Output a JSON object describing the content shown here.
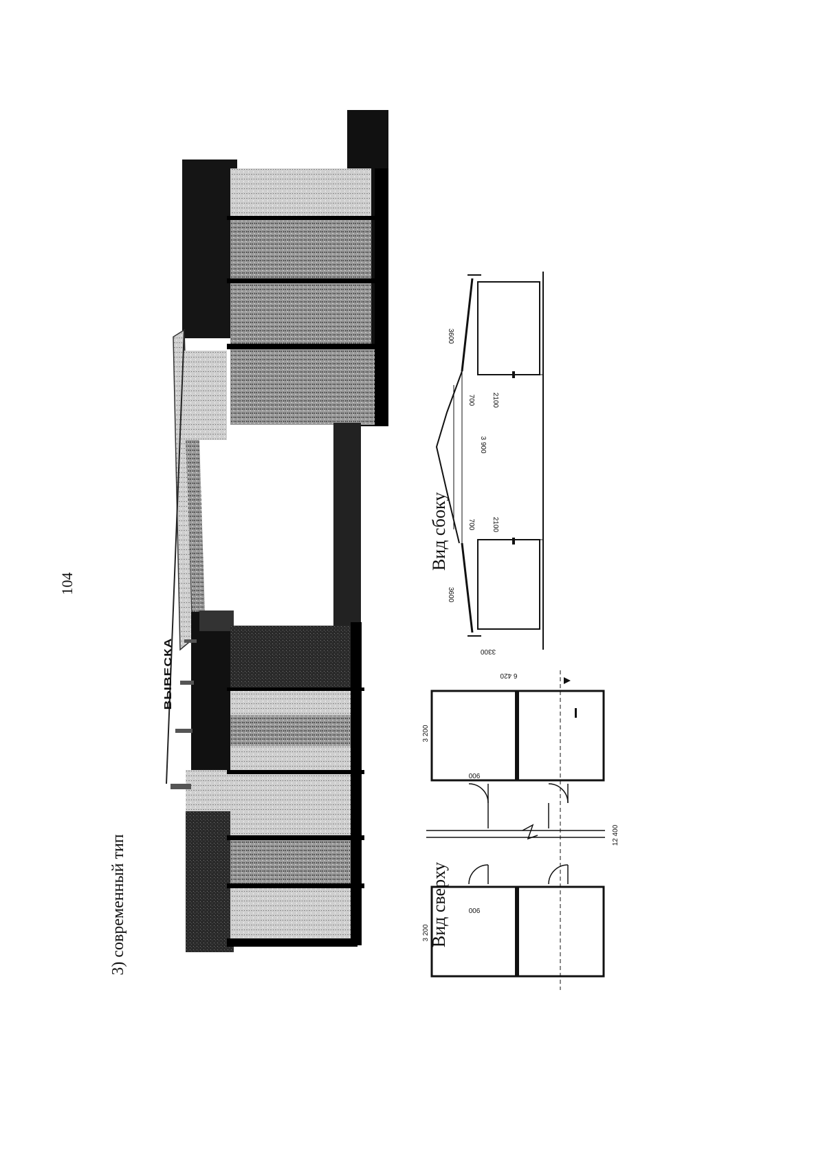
{
  "page": {
    "number": "104",
    "section_title": "3) современный тип"
  },
  "illustration": {
    "sign_label": "ВЫВЕСКА"
  },
  "drawings": {
    "side_view": {
      "caption": "Вид сбоку",
      "dimensions": [
        "3600",
        "700",
        "2100",
        "3 900",
        "700",
        "2100",
        "3600",
        "3300"
      ]
    },
    "top_view": {
      "caption": "Вид сверху",
      "dimensions": [
        "6 420",
        "3 200",
        "900",
        "12 400",
        "900",
        "3 200"
      ]
    }
  }
}
